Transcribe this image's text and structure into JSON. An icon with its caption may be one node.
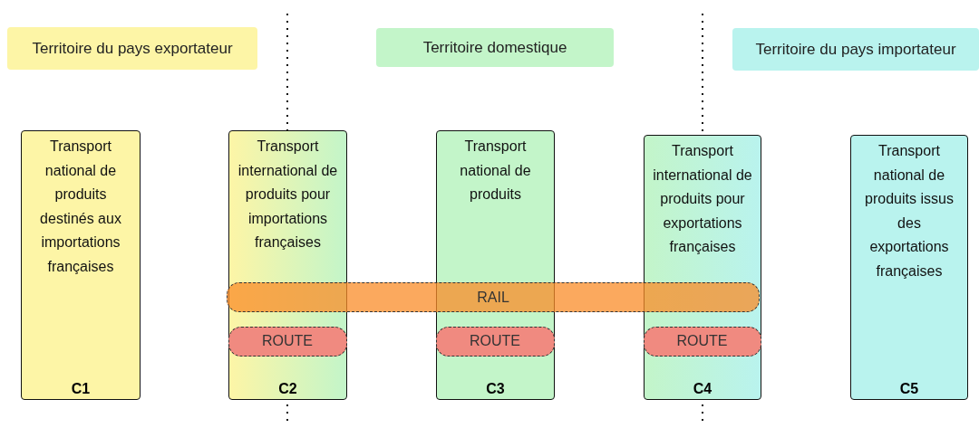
{
  "diagram": {
    "nodes": [
      {
        "text": [
          "Territoire du pays exportateur"
        ]
      },
      {
        "text": [
          "Territoire domestique"
        ]
      },
      {
        "text": [
          "Territoire du pays importateur"
        ]
      },
      {
        "text": [
          "Transport national de produits destinés aux importations françaises",
          "C1"
        ]
      },
      {
        "text": [
          "Transport international de produits pour importations françaises",
          "C2"
        ]
      },
      {
        "text": [
          "Transport national de produits",
          "C3"
        ]
      },
      {
        "text": [
          "Transport international de produits pour exportations françaises",
          "C4"
        ]
      },
      {
        "text": [
          "Transport national de produits issus des exportations françaises",
          "C5"
        ]
      },
      {
        "text": [
          "RAIL"
        ]
      },
      {
        "text": [
          "ROUTE"
        ],
        "in": 4
      },
      {
        "text": [
          "ROUTE"
        ],
        "in": 5
      },
      {
        "text": [
          "ROUTE"
        ],
        "in": 6
      }
    ]
  }
}
